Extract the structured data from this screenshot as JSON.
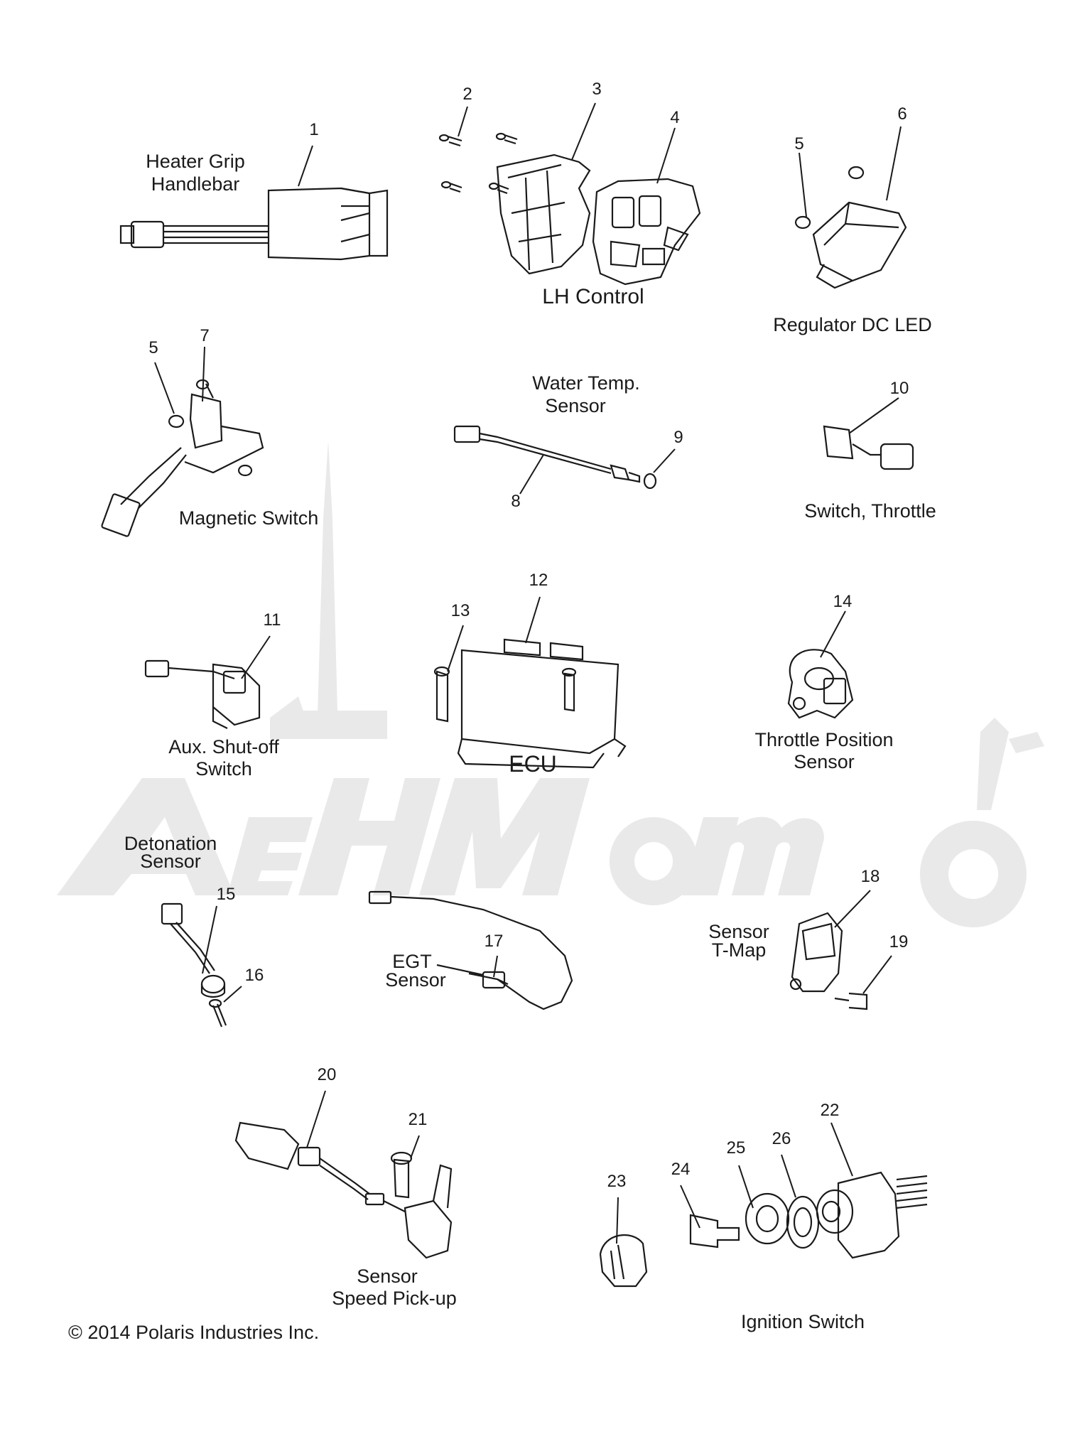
{
  "labels": {
    "heater_grip_1": "Heater Grip",
    "heater_grip_2": "Handlebar",
    "lh_control": "LH Control",
    "regulator": "Regulator DC LED",
    "magnetic_switch": "Magnetic Switch",
    "water_temp_1": "Water Temp.",
    "water_temp_2": "Sensor",
    "switch_throttle": "Switch, Throttle",
    "aux_1": "Aux. Shut-off",
    "aux_2": "Switch",
    "ecu": "ECU",
    "tps_1": "Throttle Position",
    "tps_2": "Sensor",
    "detonation_1": "Detonation",
    "detonation_2": "Sensor",
    "egt_1": "EGT",
    "egt_2": "Sensor",
    "tmap_1": "Sensor",
    "tmap_2": "T-Map",
    "speed_1": "Sensor",
    "speed_2": "Speed Pick-up",
    "ignition": "Ignition Switch"
  },
  "callouts": [
    "1",
    "2",
    "3",
    "4",
    "5",
    "6",
    "5",
    "7",
    "8",
    "9",
    "10",
    "11",
    "12",
    "13",
    "14",
    "15",
    "16",
    "17",
    "18",
    "19",
    "20",
    "21",
    "22",
    "23",
    "24",
    "25",
    "26"
  ],
  "copyright": "© 2014 Polaris Industries Inc.",
  "watermark_color": "#e6e6e6",
  "line_color": "#1a1a1a"
}
